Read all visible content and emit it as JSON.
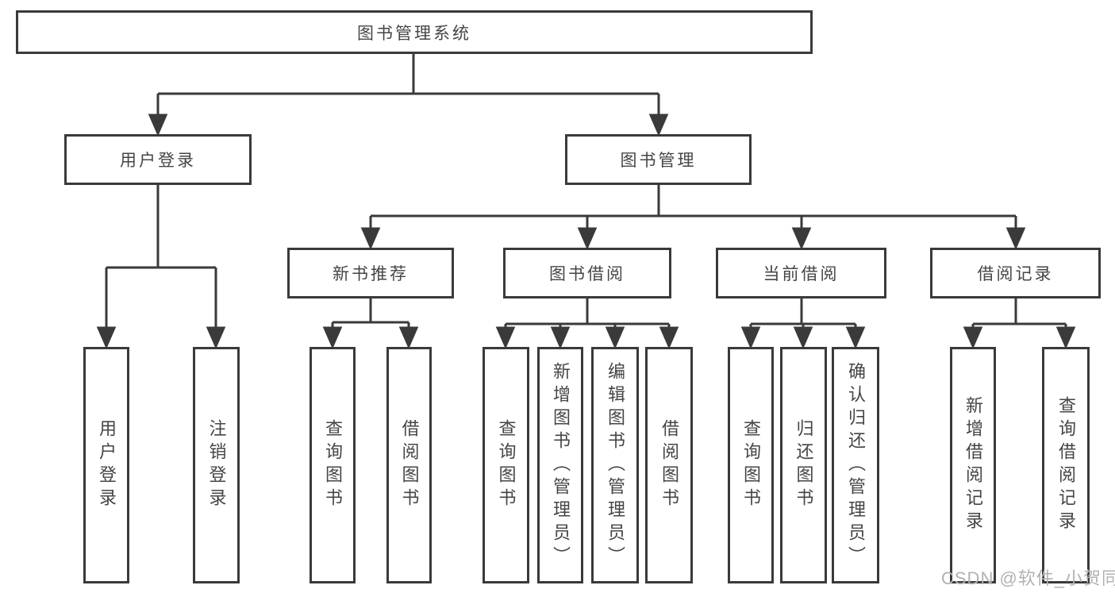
{
  "diagram": {
    "title_node": {
      "label": "图书管理系统"
    },
    "level2": [
      {
        "label": "用户登录"
      },
      {
        "label": "图书管理"
      }
    ],
    "level3": [
      {
        "label": "新书推荐"
      },
      {
        "label": "图书借阅"
      },
      {
        "label": "当前借阅"
      },
      {
        "label": "借阅记录"
      }
    ],
    "leaves": {
      "user_login": [
        {
          "label": "用户登录"
        },
        {
          "label": "注销登录"
        }
      ],
      "new_books": [
        {
          "label": "查询图书"
        },
        {
          "label": "借阅图书"
        }
      ],
      "book_borrow": [
        {
          "label": "查询图书"
        },
        {
          "label": "新增图书（管理员）"
        },
        {
          "label": "编辑图书（管理员）"
        },
        {
          "label": "借阅图书"
        }
      ],
      "current_borrow": [
        {
          "label": "查询图书"
        },
        {
          "label": "归还图书"
        },
        {
          "label": "确认归还（管理员）"
        }
      ],
      "borrow_records": [
        {
          "label": "新增借阅记录"
        },
        {
          "label": "查询借阅记录"
        }
      ]
    },
    "colors": {
      "line": "#3a3a3a",
      "box_border": "#3a3a3a",
      "text": "#454545",
      "watermark": "#b1b1b1",
      "background": "#ffffff"
    },
    "watermark": "CSDN @软件_小贺同学"
  }
}
